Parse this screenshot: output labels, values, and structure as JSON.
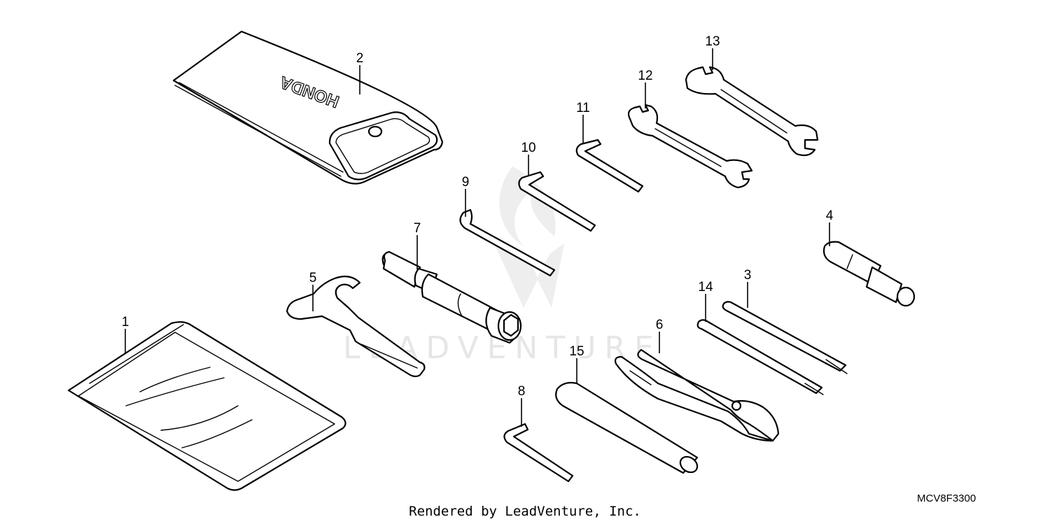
{
  "diagram": {
    "callouts": [
      "1",
      "2",
      "3",
      "4",
      "5",
      "6",
      "7",
      "8",
      "9",
      "10",
      "11",
      "12",
      "13",
      "14",
      "15"
    ],
    "pouch_brand": "HONDA",
    "diagram_code": "MCV8F3300",
    "watermark": "LEADVENTURE",
    "footer": "Rendered by LeadVenture, Inc."
  }
}
